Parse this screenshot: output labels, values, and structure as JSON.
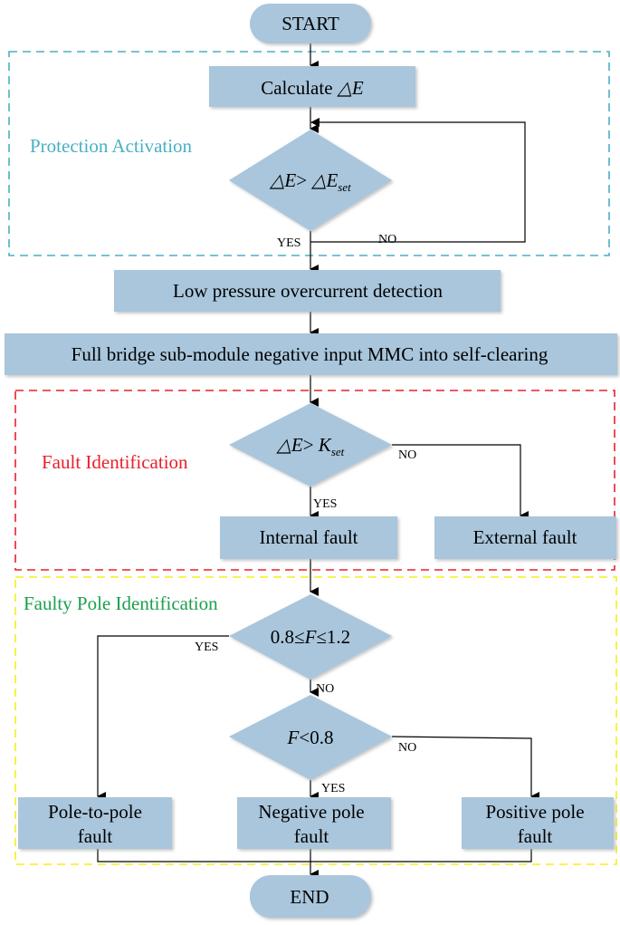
{
  "colors": {
    "node_fill": "#a9c6dc",
    "node_shadow": "#d7d7d7",
    "edge": "#000000",
    "protection_region": "#4aafc5",
    "fault_region": "#e8202a",
    "faulty_pole_region": "#f6ee1c",
    "protection_title": "#4aafc5",
    "fault_title": "#e8202a",
    "faulty_pole_title": "#1ca04c"
  },
  "regions": {
    "protection": {
      "title": "Protection Activation"
    },
    "fault": {
      "title": "Fault Identification"
    },
    "faulty_pole": {
      "title": "Faulty Pole Identification"
    }
  },
  "nodes": {
    "start": {
      "label": "START"
    },
    "calc": {
      "label_prefix": "Calculate ",
      "label_math": "△E"
    },
    "dec1": {
      "lhs": "△E",
      "op": "> ",
      "rhs": "△E",
      "rhs_sub": "set"
    },
    "low_pressure": {
      "label": "Low pressure overcurrent detection"
    },
    "full_bridge": {
      "label": "Full bridge sub-module negative input MMC into self-clearing"
    },
    "dec2": {
      "lhs": "△E",
      "op": "> ",
      "rhs": "K",
      "rhs_sub": "set"
    },
    "internal": {
      "label": "Internal fault"
    },
    "external": {
      "label": "External fault"
    },
    "dec3": {
      "pre": "0.8≤",
      "var": "F",
      "post": "≤1.2"
    },
    "dec4": {
      "var": "F",
      "post": "<0.8"
    },
    "pole_to_pole": {
      "line1": "Pole-to-pole",
      "line2": "fault"
    },
    "negative": {
      "line1": "Negative pole",
      "line2": "fault"
    },
    "positive": {
      "line1": "Positive pole",
      "line2": "fault"
    },
    "end": {
      "label": "END"
    }
  },
  "edge_labels": {
    "dec1_yes": "YES",
    "dec1_no": "NO",
    "dec2_yes": "YES",
    "dec2_no": "NO",
    "dec3_yes": "YES",
    "dec3_no": "NO",
    "dec4_yes": "YES",
    "dec4_no": "NO"
  }
}
